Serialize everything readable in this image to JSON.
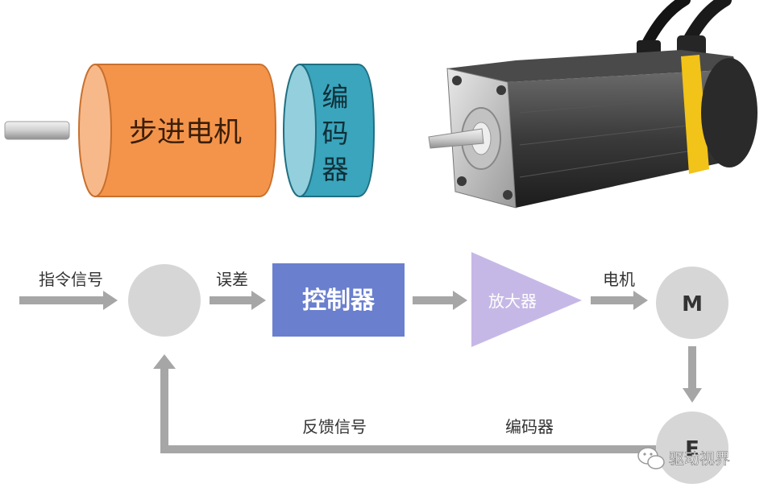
{
  "top": {
    "motor_label": "步进电机",
    "encoder_label": [
      "编",
      "码",
      "器"
    ]
  },
  "flow": {
    "input_label": "指令信号",
    "error_label": "误差",
    "controller_label": "控制器",
    "amplifier_label": "放大器",
    "motor_signal_label": "电机",
    "motor_node": "M",
    "encoder_node": "E",
    "feedback_label": "反馈信号",
    "encoder_label": "编码器"
  },
  "watermark": {
    "text": "驱动视界",
    "icon": "wechat-icon"
  },
  "colors": {
    "motor_body": "#f4944a",
    "motor_cap": "#f8b98a",
    "encoder_body": "#3aa5bc",
    "encoder_cap": "#93cfdc",
    "controller": "#6a7fce",
    "amplifier": "#c6b8e6",
    "node": "#d6d6d6",
    "arrow": "#a6a6a6"
  }
}
